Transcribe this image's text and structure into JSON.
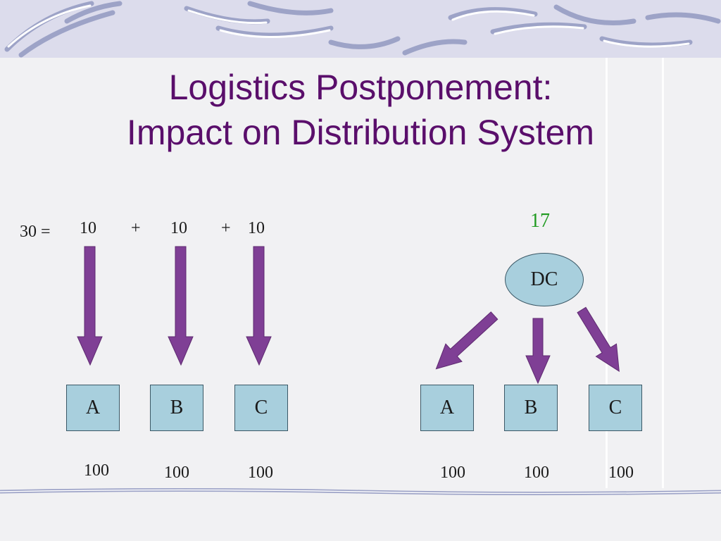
{
  "title": {
    "line1": "Logistics Postponement:",
    "line2": "Impact on Distribution System"
  },
  "left": {
    "equation": "30 =",
    "inputs": [
      "10",
      "10",
      "10"
    ],
    "plus": [
      "+",
      "+"
    ],
    "boxes": [
      "A",
      "B",
      "C"
    ],
    "demands": [
      "100",
      "100",
      "100"
    ]
  },
  "right": {
    "safety_stock": "17",
    "hub": "DC",
    "boxes": [
      "A",
      "B",
      "C"
    ],
    "demands": [
      "100",
      "100",
      "100"
    ]
  },
  "colors": {
    "title": "#5a0e6b",
    "arrow": "#7f3f95",
    "box_fill": "#a8cfdd",
    "highlight": "#1f9a1f"
  }
}
